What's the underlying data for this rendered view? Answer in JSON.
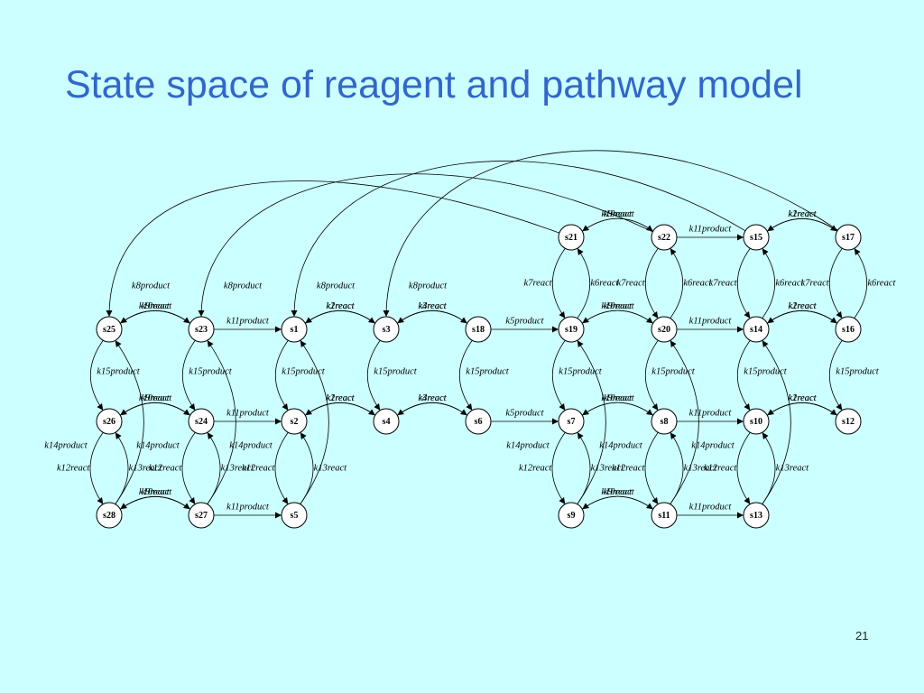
{
  "slide": {
    "title": "State space of reagent and pathway model",
    "page_number": "21"
  },
  "diagram": {
    "states": [
      "s25",
      "s23",
      "s1",
      "s3",
      "s18",
      "s19",
      "s20",
      "s14",
      "s16",
      "s21",
      "s22",
      "s15",
      "s17",
      "s26",
      "s24",
      "s2",
      "s4",
      "s6",
      "s7",
      "s8",
      "s10",
      "s12",
      "s28",
      "s27",
      "s5",
      "s9",
      "s11",
      "s13"
    ],
    "transitions": [
      {
        "from": "s25",
        "to": "s23",
        "label": "k9react"
      },
      {
        "from": "s23",
        "to": "s25",
        "label": "k10react"
      },
      {
        "from": "s23",
        "to": "s1",
        "label": "k11product"
      },
      {
        "from": "s1",
        "to": "s3",
        "label": "k1react"
      },
      {
        "from": "s3",
        "to": "s1",
        "label": "k2react"
      },
      {
        "from": "s3",
        "to": "s18",
        "label": "k3react"
      },
      {
        "from": "s18",
        "to": "s3",
        "label": "k4react"
      },
      {
        "from": "s18",
        "to": "s19",
        "label": "k5product"
      },
      {
        "from": "s19",
        "to": "s20",
        "label": "k9react"
      },
      {
        "from": "s20",
        "to": "s19",
        "label": "k10react"
      },
      {
        "from": "s20",
        "to": "s14",
        "label": "k11product"
      },
      {
        "from": "s14",
        "to": "s16",
        "label": "k1react"
      },
      {
        "from": "s16",
        "to": "s14",
        "label": "k2react"
      },
      {
        "from": "s21",
        "to": "s22",
        "label": "k9react"
      },
      {
        "from": "s22",
        "to": "s21",
        "label": "k10react"
      },
      {
        "from": "s22",
        "to": "s15",
        "label": "k11product"
      },
      {
        "from": "s15",
        "to": "s17",
        "label": "k1react"
      },
      {
        "from": "s17",
        "to": "s15",
        "label": "k2react"
      },
      {
        "from": "s26",
        "to": "s24",
        "label": "k9react"
      },
      {
        "from": "s24",
        "to": "s26",
        "label": "k10react"
      },
      {
        "from": "s24",
        "to": "s2",
        "label": "k11product"
      },
      {
        "from": "s2",
        "to": "s4",
        "label": "k1react"
      },
      {
        "from": "s4",
        "to": "s2",
        "label": "k2react"
      },
      {
        "from": "s4",
        "to": "s6",
        "label": "k3react"
      },
      {
        "from": "s6",
        "to": "s4",
        "label": "k4react"
      },
      {
        "from": "s6",
        "to": "s7",
        "label": "k5product"
      },
      {
        "from": "s7",
        "to": "s8",
        "label": "k9react"
      },
      {
        "from": "s8",
        "to": "s7",
        "label": "k10react"
      },
      {
        "from": "s8",
        "to": "s10",
        "label": "k11product"
      },
      {
        "from": "s10",
        "to": "s12",
        "label": "k1react"
      },
      {
        "from": "s12",
        "to": "s10",
        "label": "k2react"
      },
      {
        "from": "s28",
        "to": "s27",
        "label": "k9react"
      },
      {
        "from": "s27",
        "to": "s28",
        "label": "k10react"
      },
      {
        "from": "s27",
        "to": "s5",
        "label": "k11product"
      },
      {
        "from": "s9",
        "to": "s11",
        "label": "k9react"
      },
      {
        "from": "s11",
        "to": "s9",
        "label": "k10react"
      },
      {
        "from": "s11",
        "to": "s13",
        "label": "k11product"
      },
      {
        "from": "s19",
        "to": "s21",
        "label": "k6react"
      },
      {
        "from": "s21",
        "to": "s19",
        "label": "k7react"
      },
      {
        "from": "s20",
        "to": "s22",
        "label": "k6react"
      },
      {
        "from": "s22",
        "to": "s20",
        "label": "k7react"
      },
      {
        "from": "s14",
        "to": "s15",
        "label": "k6react"
      },
      {
        "from": "s15",
        "to": "s14",
        "label": "k7react"
      },
      {
        "from": "s16",
        "to": "s17",
        "label": "k6react"
      },
      {
        "from": "s17",
        "to": "s16",
        "label": "k7react"
      },
      {
        "from": "s25",
        "to": "s26",
        "label": "k15product"
      },
      {
        "from": "s23",
        "to": "s24",
        "label": "k15product"
      },
      {
        "from": "s1",
        "to": "s2",
        "label": "k15product"
      },
      {
        "from": "s3",
        "to": "s4",
        "label": "k15product"
      },
      {
        "from": "s18",
        "to": "s6",
        "label": "k15product"
      },
      {
        "from": "s19",
        "to": "s7",
        "label": "k15product"
      },
      {
        "from": "s20",
        "to": "s8",
        "label": "k15product"
      },
      {
        "from": "s14",
        "to": "s10",
        "label": "k15product"
      },
      {
        "from": "s16",
        "to": "s12",
        "label": "k15product"
      },
      {
        "from": "s26",
        "to": "s28",
        "label": "k12react"
      },
      {
        "from": "s28",
        "to": "s26",
        "label": "k13react"
      },
      {
        "from": "s24",
        "to": "s27",
        "label": "k12react"
      },
      {
        "from": "s27",
        "to": "s24",
        "label": "k13react"
      },
      {
        "from": "s2",
        "to": "s5",
        "label": "k12react"
      },
      {
        "from": "s5",
        "to": "s2",
        "label": "k13react"
      },
      {
        "from": "s7",
        "to": "s9",
        "label": "k12react"
      },
      {
        "from": "s9",
        "to": "s7",
        "label": "k13react"
      },
      {
        "from": "s8",
        "to": "s11",
        "label": "k12react"
      },
      {
        "from": "s11",
        "to": "s8",
        "label": "k13react"
      },
      {
        "from": "s10",
        "to": "s13",
        "label": "k12react"
      },
      {
        "from": "s13",
        "to": "s10",
        "label": "k13react"
      },
      {
        "from": "s28",
        "to": "s25",
        "label": "k14product"
      },
      {
        "from": "s27",
        "to": "s23",
        "label": "k14product"
      },
      {
        "from": "s5",
        "to": "s1",
        "label": "k14product"
      },
      {
        "from": "s9",
        "to": "s19",
        "label": "k14product"
      },
      {
        "from": "s11",
        "to": "s20",
        "label": "k14product"
      },
      {
        "from": "s13",
        "to": "s14",
        "label": "k14product"
      },
      {
        "from": "s21",
        "to": "s25",
        "label": "k8product"
      },
      {
        "from": "s22",
        "to": "s23",
        "label": "k8product"
      },
      {
        "from": "s15",
        "to": "s1",
        "label": "k8product"
      },
      {
        "from": "s17",
        "to": "s3",
        "label": "k8product"
      }
    ]
  }
}
